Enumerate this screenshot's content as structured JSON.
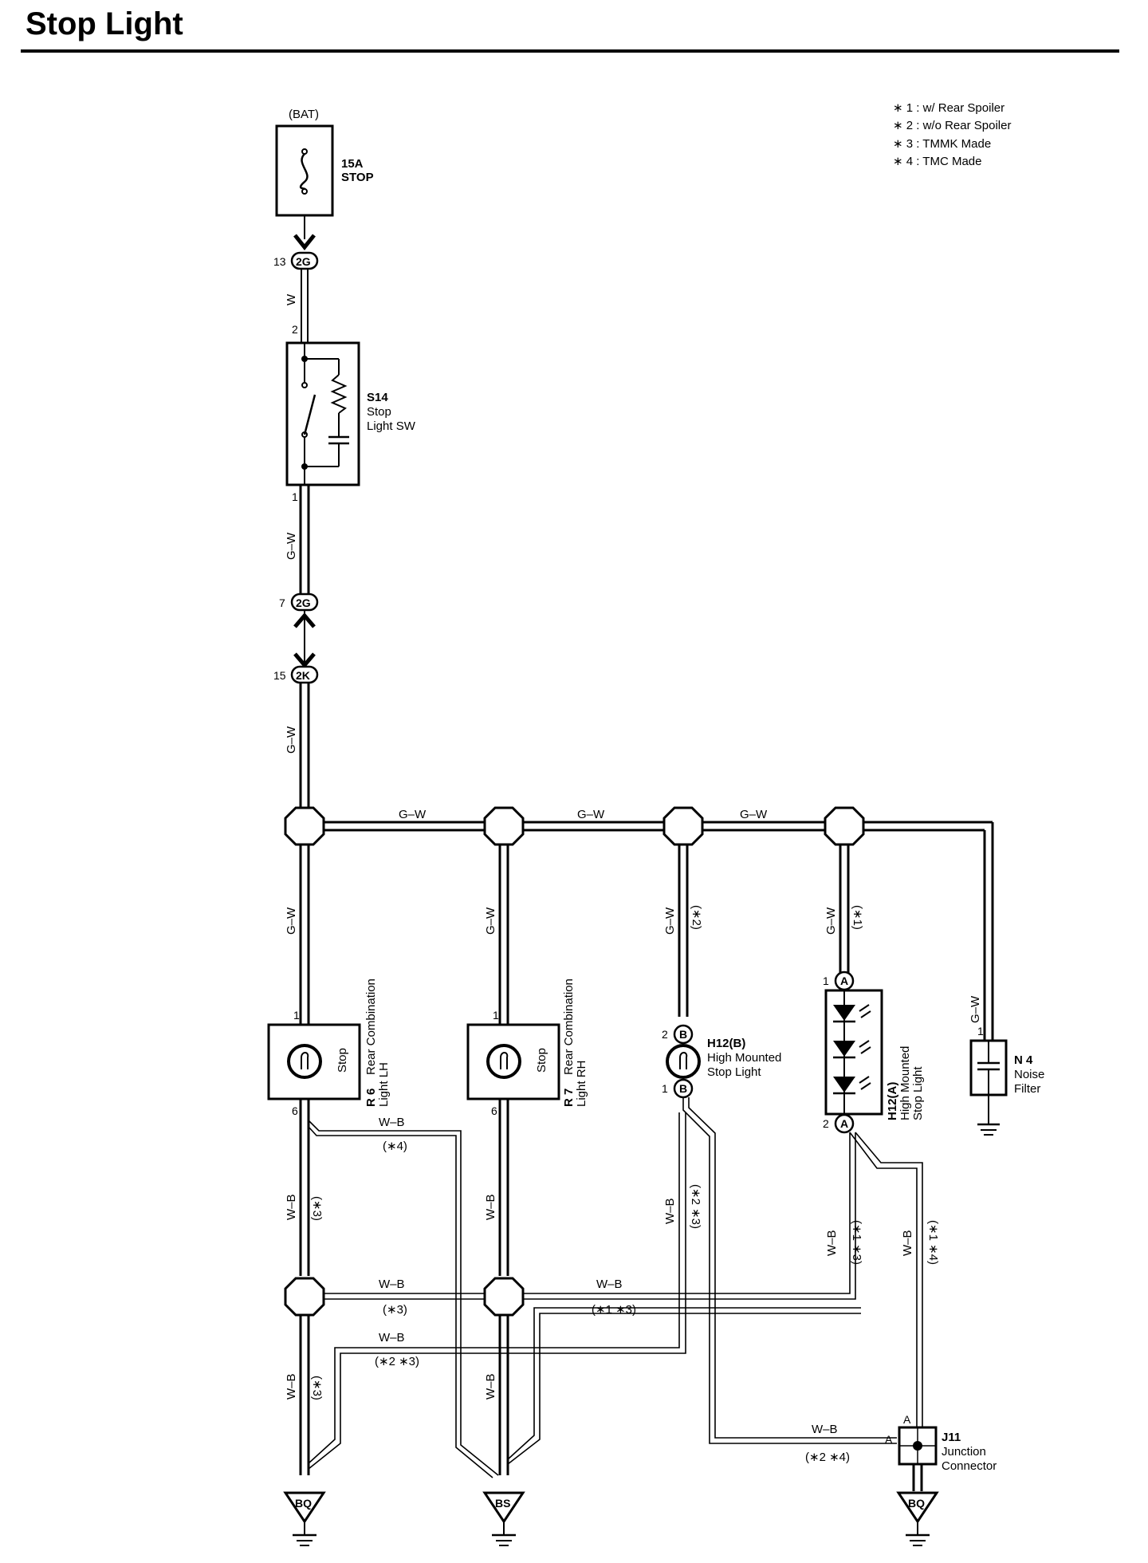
{
  "title": "Stop Light",
  "notes": [
    "∗ 1 : w/ Rear Spoiler",
    "∗ 2 : w/o Rear Spoiler",
    "∗ 3 : TMMK Made",
    "∗ 4 : TMC Made"
  ],
  "fuse": {
    "source": "(BAT)",
    "rating": "15A",
    "name": "STOP"
  },
  "connectors": {
    "c2g_top": {
      "id": "2G",
      "pin": "13"
    },
    "c2g_mid": {
      "id": "2G",
      "pin": "7"
    },
    "c2k": {
      "id": "2K",
      "pin": "15"
    }
  },
  "switch": {
    "code": "S14",
    "line1": "Stop",
    "line2": "Light SW",
    "pin_in": "2",
    "pin_out": "1"
  },
  "wires": {
    "w": "W",
    "gw": "G–W",
    "wb": "W–B"
  },
  "conditions": {
    "c1": "(∗1)",
    "c2": "(∗2)",
    "c3": "(∗3)",
    "c4": "(∗4)",
    "c13": "(∗1 ∗3)",
    "c14": "(∗1 ∗4)",
    "c23": "(∗2 ∗3)",
    "c24": "(∗2 ∗4)"
  },
  "r6": {
    "code": "R 6",
    "line1": "Rear Combination",
    "line2": "Light LH",
    "lamp": "Stop",
    "pin_in": "1",
    "pin_out": "6"
  },
  "r7": {
    "code": "R 7",
    "line1": "Rear Combination",
    "line2": "Light RH",
    "lamp": "Stop",
    "pin_in": "1",
    "pin_out": "6"
  },
  "h12b": {
    "code": "H12(B)",
    "line1": "High Mounted",
    "line2": "Stop Light",
    "conn": "B",
    "pin_in": "2",
    "pin_out": "1"
  },
  "h12a": {
    "code": "H12(A)",
    "line1": "High Mounted",
    "line2": "Stop Light",
    "conn": "A",
    "pin_in": "1",
    "pin_out": "2"
  },
  "n4": {
    "code": "N 4",
    "line1": "Noise",
    "line2": "Filter",
    "pin": "1"
  },
  "j11": {
    "code": "J11",
    "line1": "Junction",
    "line2": "Connector",
    "conn": "A"
  },
  "grounds": {
    "g1": "BQ",
    "g2": "BS",
    "g3": "BQ"
  }
}
